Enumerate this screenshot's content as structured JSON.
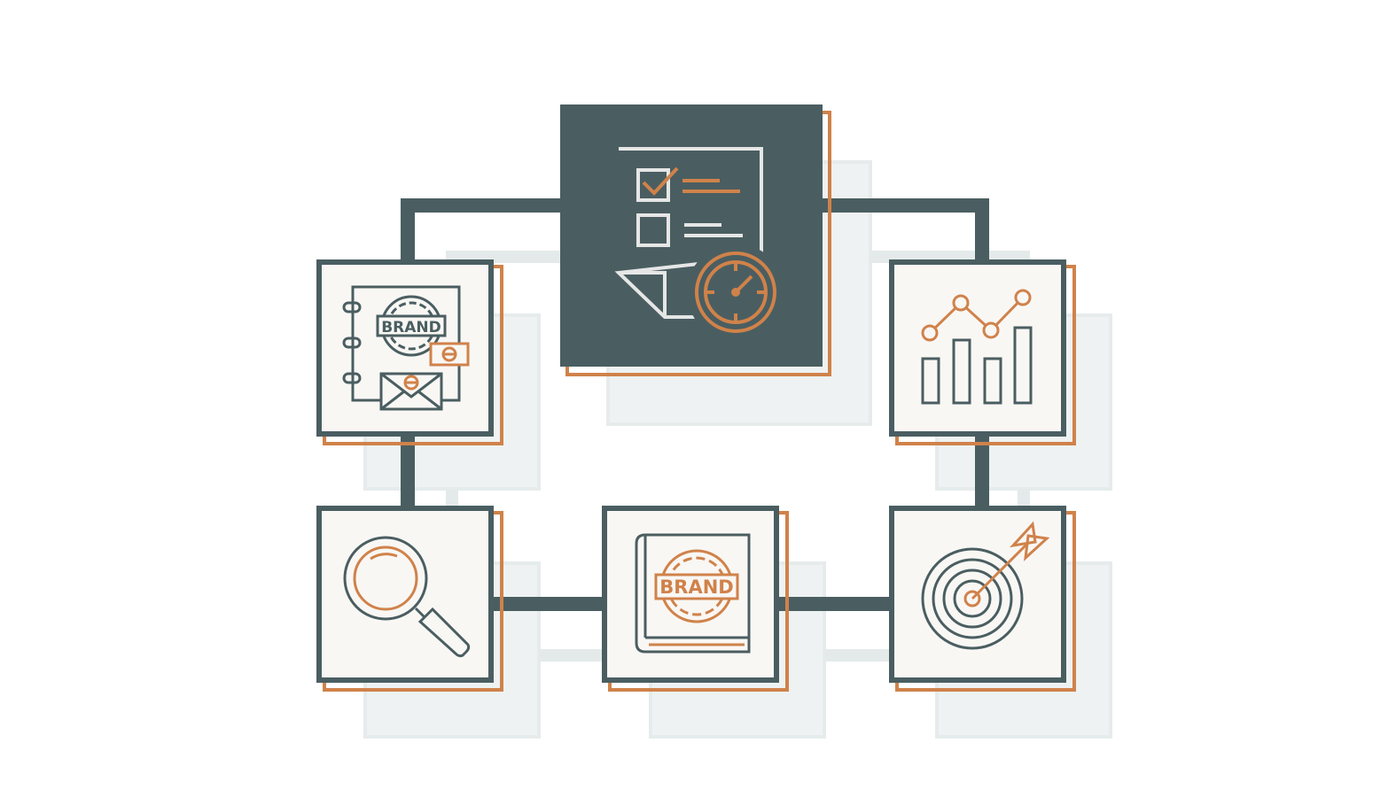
{
  "colors": {
    "dark": "#4a5e61",
    "accent": "#d0824a",
    "card_bg": "#f9f7f4",
    "shadow": "#e9eeee",
    "background": "#ffffff",
    "light_line": "#e8e8e8"
  },
  "nodes": [
    {
      "id": "checklist-timer",
      "icon": "checklist-timer-icon",
      "variant": "dark"
    },
    {
      "id": "brand-guide",
      "icon": "brand-guide-icon",
      "variant": "light",
      "text": "BRAND"
    },
    {
      "id": "analytics",
      "icon": "analytics-icon",
      "variant": "light"
    },
    {
      "id": "research",
      "icon": "magnifier-icon",
      "variant": "light"
    },
    {
      "id": "brand-book",
      "icon": "brand-book-icon",
      "variant": "light",
      "text": "BRAND"
    },
    {
      "id": "targeting",
      "icon": "target-icon",
      "variant": "light"
    }
  ]
}
